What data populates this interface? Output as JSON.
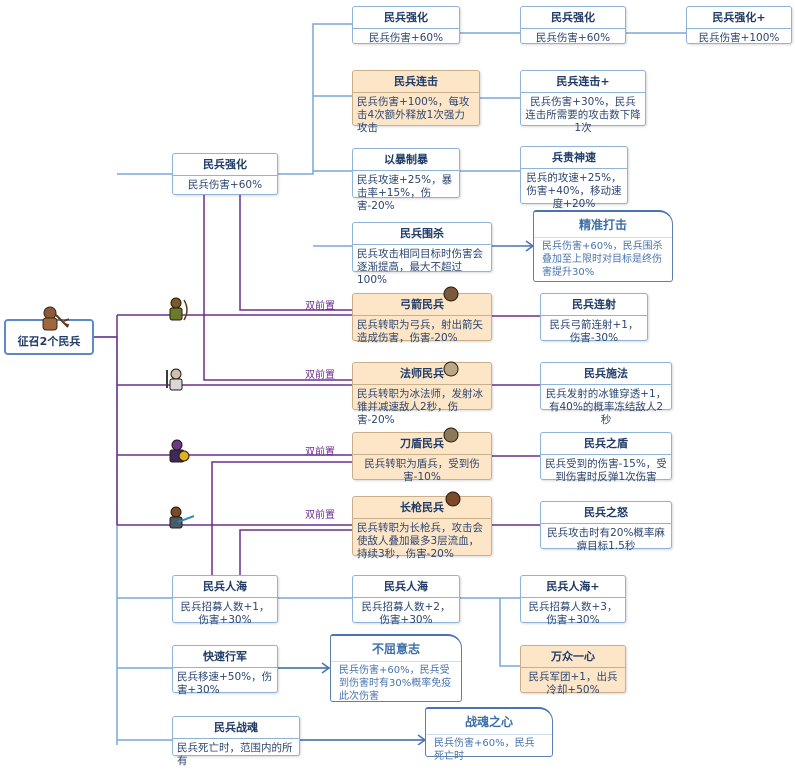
{
  "root": {
    "label": "征召2个民兵"
  },
  "dual_label": "双前置",
  "nodes": {
    "qh_a": {
      "title": "民兵强化",
      "desc": "民兵伤害+60%"
    },
    "qh_b": {
      "title": "民兵强化",
      "desc": "民兵伤害+60%"
    },
    "qh_c": {
      "title": "民兵强化+",
      "desc": "民兵伤害+100%"
    },
    "lj": {
      "title": "民兵连击",
      "desc": "民兵伤害+100%，每攻击4次额外释放1次强力攻击"
    },
    "lj_p": {
      "title": "民兵连击+",
      "desc": "民兵伤害+30%，民兵连击所需要的攻击数下降1次"
    },
    "qh_main": {
      "title": "民兵强化",
      "desc": "民兵伤害+60%"
    },
    "ybzb": {
      "title": "以暴制暴",
      "desc": "民兵攻速+25%，暴击率+15%，伤害-20%"
    },
    "bgss": {
      "title": "兵贵神速",
      "desc": "民兵的攻速+25%，伤害+40%，移动速度+20%"
    },
    "wsh": {
      "title": "民兵围杀",
      "desc": "民兵攻击相同目标时伤害会逐渐提高，最大不超过100%"
    },
    "jzdj": {
      "title": "精准打击",
      "desc": "民兵伤害+60%，民兵围杀叠加至上限时对目标是终伤害提升30%"
    },
    "gjmb": {
      "title": "弓箭民兵",
      "desc": "民兵转职为弓兵，射出箭矢造成伤害，伤害-20%"
    },
    "mblss": {
      "title": "民兵连射",
      "desc": "民兵弓箭连射+1，伤害-30%"
    },
    "fsmb": {
      "title": "法师民兵",
      "desc": "民兵转职为冰法师，发射冰锥并减速敌人2秒，伤害-20%"
    },
    "mbsf": {
      "title": "民兵施法",
      "desc": "民兵发射的冰锥穿透+1，有40%的概率冻结敌人2秒"
    },
    "ddmb": {
      "title": "刀盾民兵",
      "desc": "民兵转职为盾兵，受到伤害-10%"
    },
    "mbzd": {
      "title": "民兵之盾",
      "desc": "民兵受到的伤害-15%，受到伤害时反弹1次伤害"
    },
    "cqmb": {
      "title": "长枪民兵",
      "desc": "民兵转职为长枪兵，攻击会使敌人叠加最多3层流血，持续3秒，伤害-20%"
    },
    "mbzn": {
      "title": "民兵之怒",
      "desc": "民兵攻击时有20%概率麻痹目标1.5秒"
    },
    "rh_a": {
      "title": "民兵人海",
      "desc": "民兵招募人数+1，伤害+30%"
    },
    "rh_b": {
      "title": "民兵人海",
      "desc": "民兵招募人数+2，伤害+30%"
    },
    "rh_c": {
      "title": "民兵人海+",
      "desc": "民兵招募人数+3，伤害+30%"
    },
    "wzyx": {
      "title": "万众一心",
      "desc": "民兵军团+1，出兵冷却+50%"
    },
    "kxxj": {
      "title": "快速行军",
      "desc": "民兵移速+50%，伤害+30%"
    },
    "bqyz": {
      "title": "不屈意志",
      "desc": "民兵伤害+60%，民兵受到伤害时有30%概率免疫此次伤害"
    },
    "mbzh": {
      "title": "民兵战魂",
      "desc": "民兵死亡时，范围内的所有"
    },
    "zhzx": {
      "title": "战魂之心",
      "desc": "民兵伤害+60%，民兵死亡时"
    }
  },
  "icons": [
    "militia-icon",
    "archer-icon",
    "mage-icon",
    "shield-icon",
    "spear-icon"
  ],
  "colors": {
    "blue_line": "#7aa7d8",
    "purple_line": "#6b2f8f",
    "orange_node": "#fde6c8",
    "accent": "#4a74ad"
  }
}
